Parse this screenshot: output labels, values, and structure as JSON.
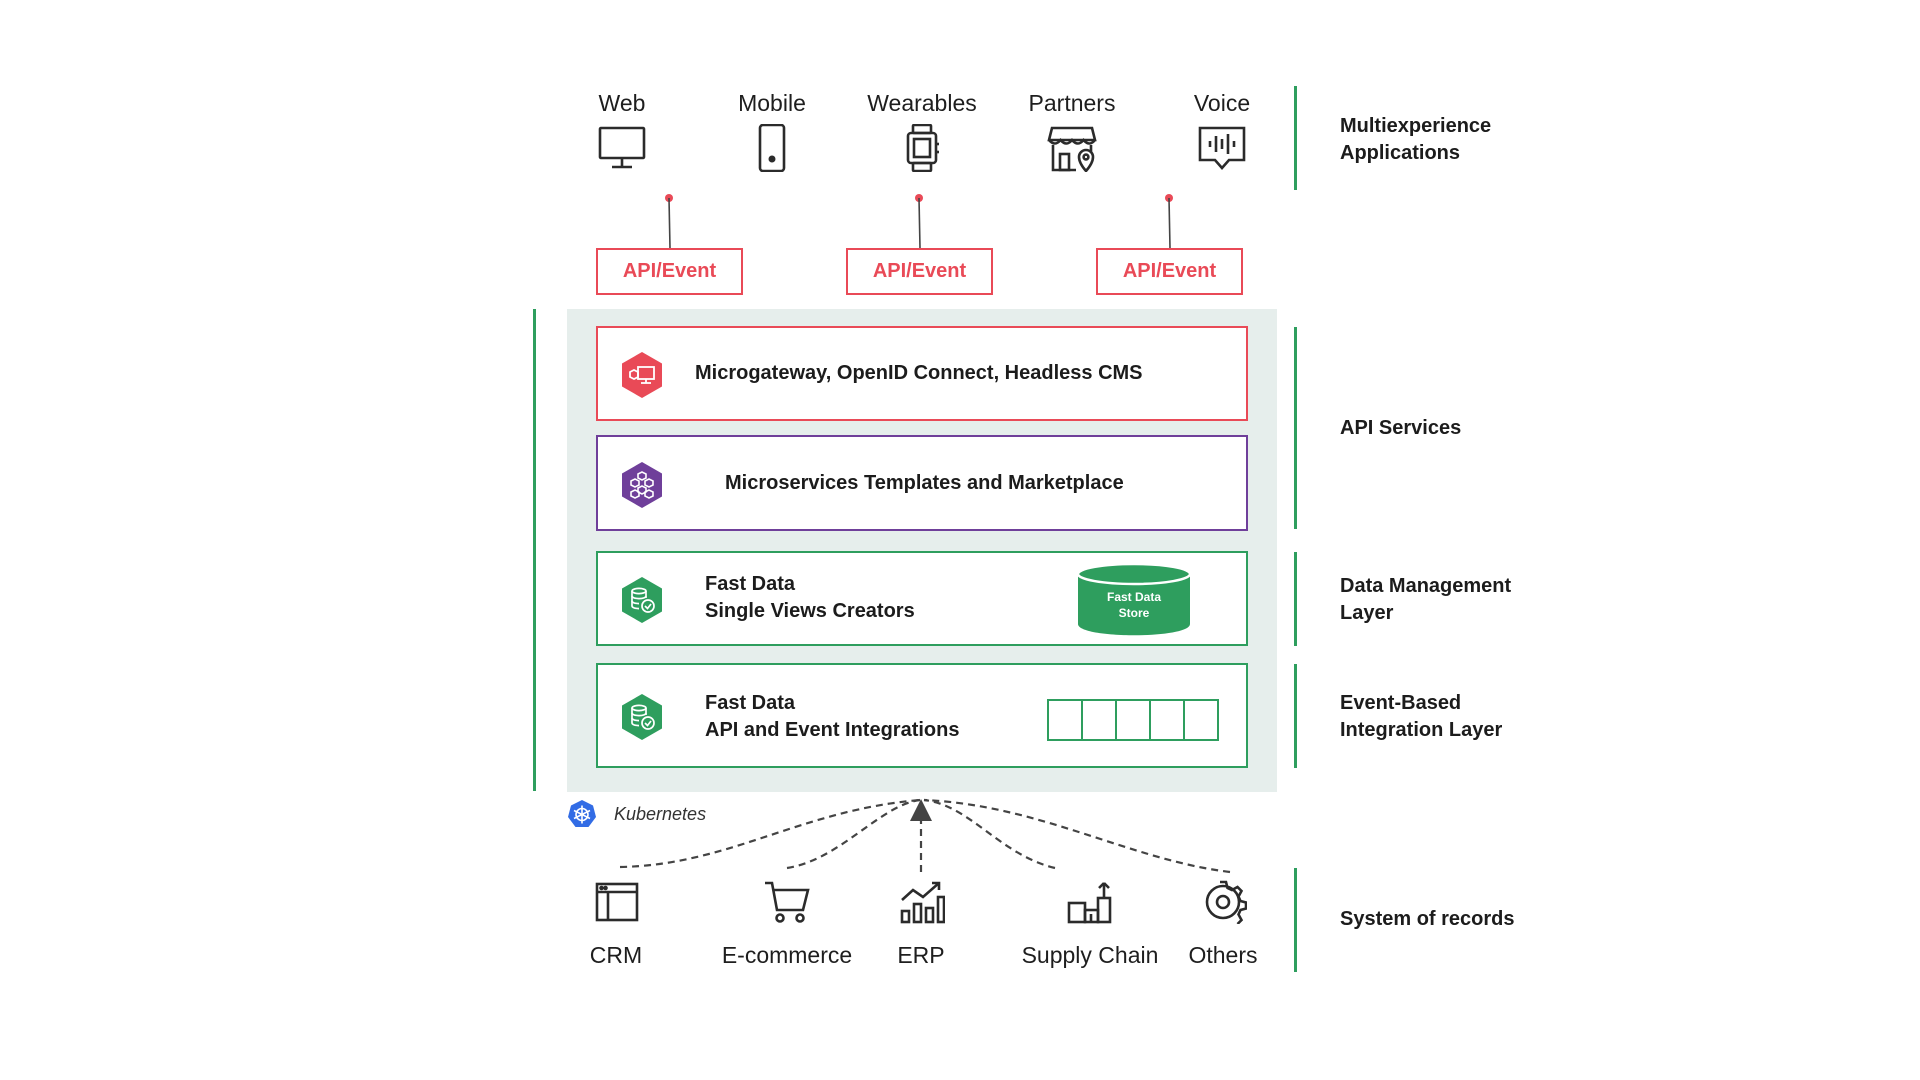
{
  "channels": [
    {
      "label": "Web",
      "icon": "monitor-icon"
    },
    {
      "label": "Mobile",
      "icon": "smartphone-icon"
    },
    {
      "label": "Wearables",
      "icon": "smartwatch-icon"
    },
    {
      "label": "Partners",
      "icon": "storefront-location-icon"
    },
    {
      "label": "Voice",
      "icon": "voice-assistant-icon"
    }
  ],
  "layers": {
    "multiexperience": [
      "Multiexperience",
      "Applications"
    ],
    "api_services": [
      "API Services"
    ],
    "data_management": [
      "Data Management",
      "Layer"
    ],
    "event_integration": [
      "Event-Based",
      "Integration Layer"
    ],
    "system_of_records": [
      "System of records"
    ]
  },
  "api_boxes": [
    "API/Event",
    "API/Event",
    "API/Event"
  ],
  "rows": {
    "microgateway": {
      "title": "Microgateway, OpenID Connect, Headless CMS",
      "icon": "gateway-hexagon-icon"
    },
    "microservices": {
      "title": "Microservices Templates and Marketplace",
      "icon": "microservices-hexagon-icon"
    },
    "fastdata_views": {
      "title_line1": "Fast Data",
      "title_line2": "Single Views Creators",
      "store_line1": "Fast Data",
      "store_line2": "Store",
      "icon": "database-check-hexagon-icon"
    },
    "fastdata_integrations": {
      "title_line1": "Fast Data",
      "title_line2": "API and Event Integrations",
      "icon": "database-check-hexagon-icon"
    }
  },
  "platform": {
    "label": "Kubernetes",
    "icon": "kubernetes-icon"
  },
  "sources": [
    {
      "label": "CRM",
      "icon": "browser-window-icon"
    },
    {
      "label": "E-commerce",
      "icon": "shopping-cart-icon"
    },
    {
      "label": "ERP",
      "icon": "bar-chart-trend-icon"
    },
    {
      "label": "Supply Chain",
      "icon": "factory-icon"
    },
    {
      "label": "Others",
      "icon": "gear-icon"
    }
  ],
  "colors": {
    "red": "#e94a57",
    "purple": "#6f3f9a",
    "green": "#2e9e5e",
    "panel": "#e6eeec",
    "kubernetes": "#326ce5"
  }
}
